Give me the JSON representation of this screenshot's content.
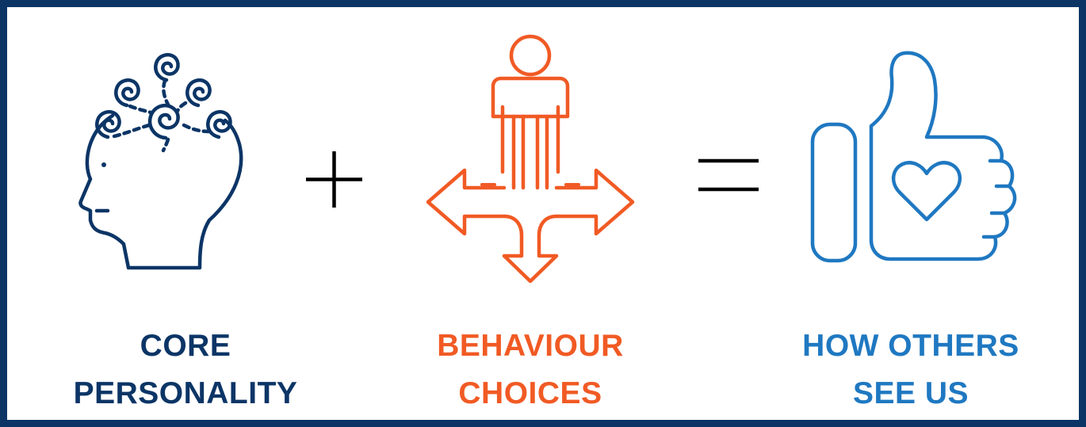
{
  "colors": {
    "border": "#0c3566",
    "core": "#0c3566",
    "behaviour": "#f15a24",
    "others": "#1f78c1",
    "operator": "#000000"
  },
  "equation": {
    "operator_plus": "+",
    "operator_equals": "="
  },
  "terms": [
    {
      "icon": "head-with-spirals-icon",
      "line1": "CORE",
      "line2": "PERSONALITY"
    },
    {
      "icon": "person-crossroads-arrows-icon",
      "line1": "BEHAVIOUR",
      "line2": "CHOICES"
    },
    {
      "icon": "thumbs-up-heart-icon",
      "line1": "HOW OTHERS",
      "line2": "SEE US"
    }
  ]
}
